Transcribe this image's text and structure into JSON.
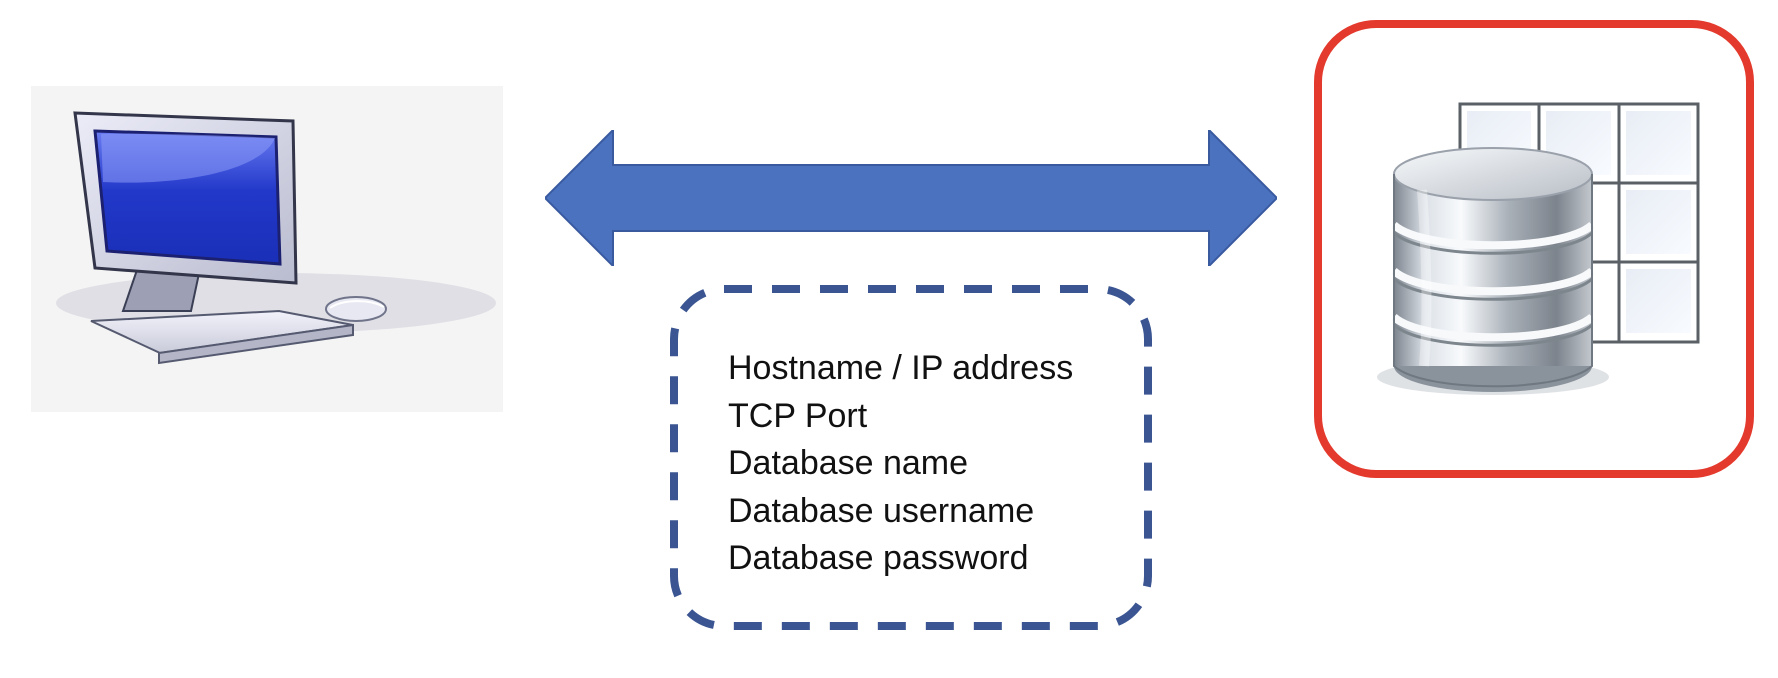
{
  "diagram": {
    "client": {
      "icon": "desktop-computer-icon"
    },
    "connection": {
      "icon": "double-arrow-icon",
      "color": "#4a72bf"
    },
    "connection_parameters": {
      "items": [
        "Hostname / IP address",
        "TCP Port",
        "Database name",
        "Database username",
        "Database password"
      ],
      "border_color": "#3a5592"
    },
    "server": {
      "icon": "database-table-icon",
      "border_color": "#e43a2d"
    }
  }
}
